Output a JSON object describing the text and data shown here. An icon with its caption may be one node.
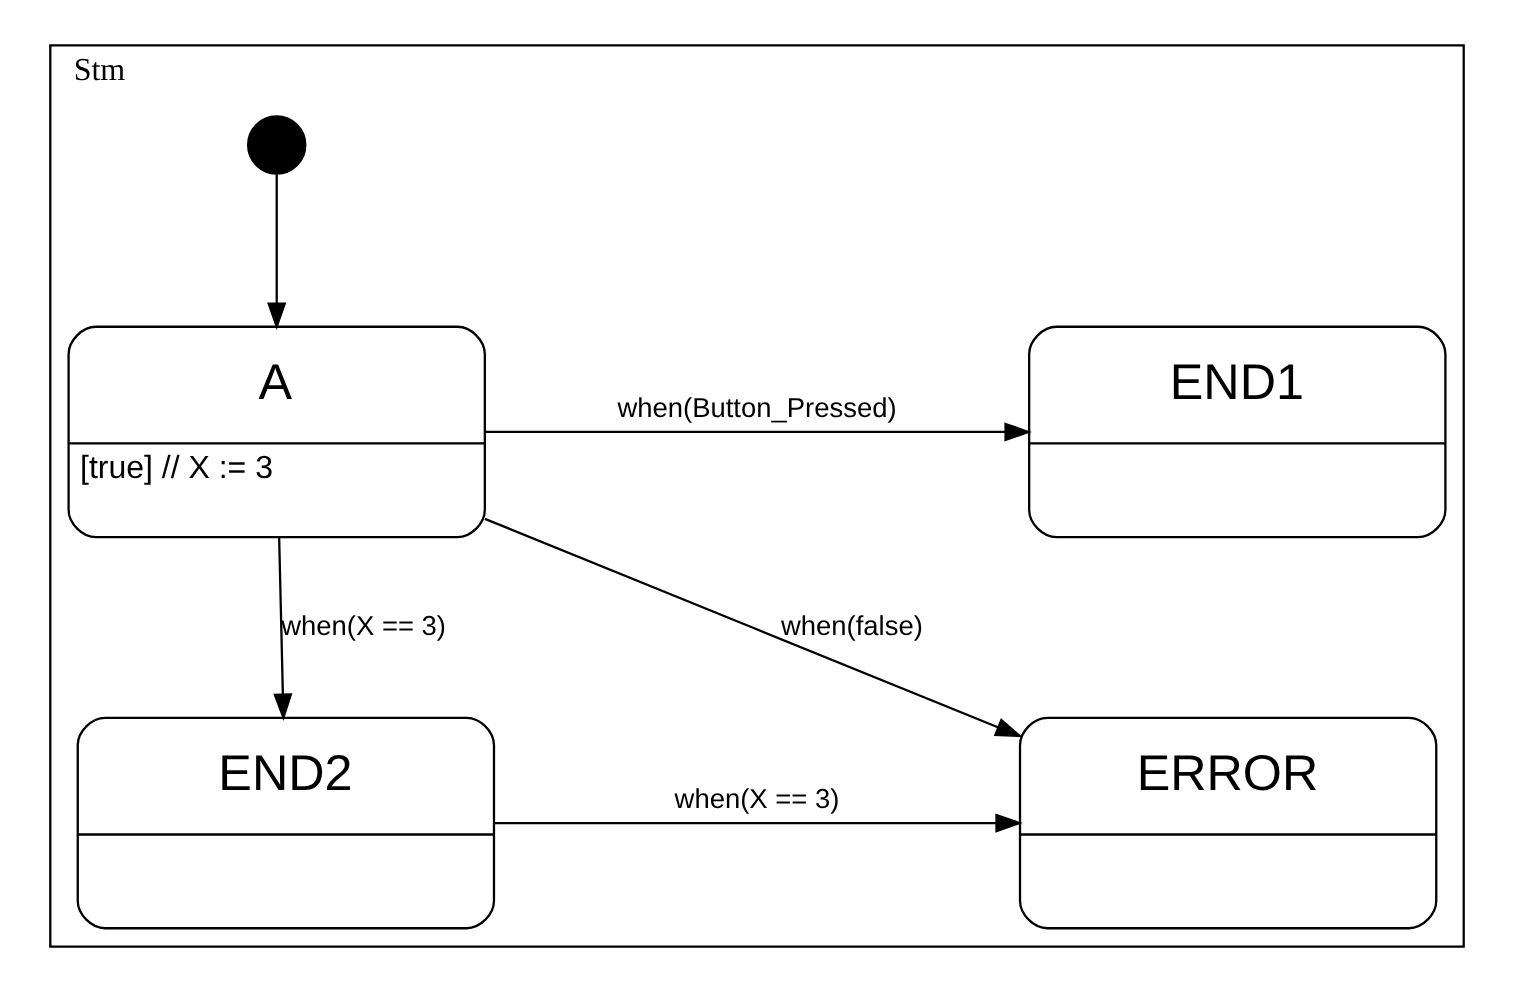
{
  "diagram": {
    "nodes": [
      {
        "text": [
          "Stm"
        ]
      },
      {
        "text": [],
        "shape": "circle",
        "in": 0
      },
      {
        "text": [
          "END1"
        ],
        "in": 0
      },
      {
        "text": [
          "A",
          "[true] // X := 3"
        ],
        "in": 0
      },
      {
        "text": [
          "ERROR"
        ],
        "in": 0
      },
      {
        "text": [
          "END2"
        ],
        "in": 0
      }
    ],
    "edges": [
      {
        "from": 1,
        "to": 3,
        "arrow": "to"
      },
      {
        "from": 3,
        "to": 2,
        "arrow": "to",
        "label": "when(Button_Pressed)"
      },
      {
        "from": 3,
        "to": 4,
        "arrow": "to",
        "label": "when(false)"
      },
      {
        "from": 3,
        "to": 5,
        "arrow": "to",
        "label": "when(X == 3)"
      },
      {
        "from": 5,
        "to": 4,
        "arrow": "to",
        "label": "when(X == 3)"
      }
    ]
  }
}
